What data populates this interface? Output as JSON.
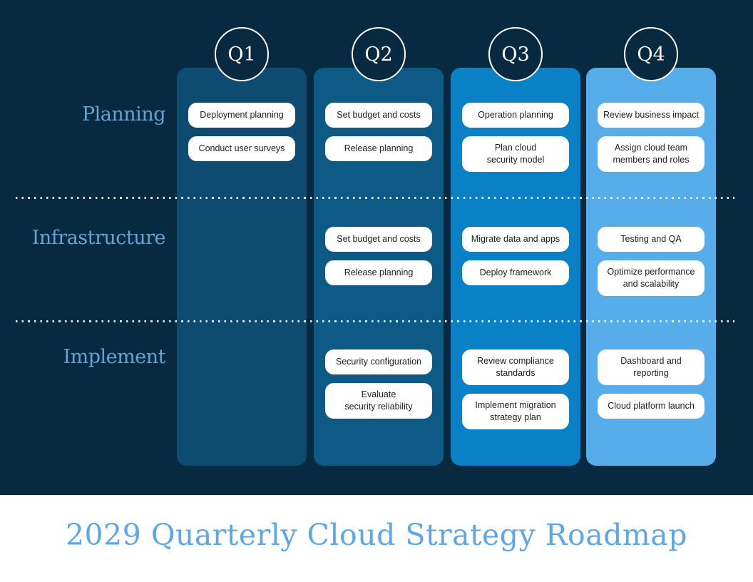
{
  "title": "2029 Quarterly Cloud Strategy Roadmap",
  "colors": {
    "background": "#072a41",
    "footer_background": "#ffffff",
    "row_label": "#66a3d2",
    "title": "#5ba7e8",
    "pill_background": "#ffffff",
    "pill_text": "#1d1d1f",
    "circle_stroke": "#ffffff",
    "dotted_line": "rgba(255,255,255,0.85)"
  },
  "rows": [
    {
      "id": "planning",
      "label": "Planning"
    },
    {
      "id": "infrastructure",
      "label": "Infrastructure"
    },
    {
      "id": "implement",
      "label": "Implement"
    }
  ],
  "columns": [
    {
      "id": "q1",
      "label": "Q1",
      "color": "#0d4b71",
      "tasks": {
        "planning": [
          "Deployment planning",
          "Conduct user surveys"
        ],
        "infrastructure": [],
        "implement": []
      }
    },
    {
      "id": "q2",
      "label": "Q2",
      "color": "#0d5a86",
      "tasks": {
        "planning": [
          "Set budget and costs",
          "Release planning"
        ],
        "infrastructure": [
          "Set budget and costs",
          "Release planning"
        ],
        "implement": [
          "Security configuration",
          "Evaluate\nsecurity reliability"
        ]
      }
    },
    {
      "id": "q3",
      "label": "Q3",
      "color": "#0a80c6",
      "tasks": {
        "planning": [
          "Operation planning",
          "Plan cloud\nsecurity model"
        ],
        "infrastructure": [
          "Migrate data and apps",
          "Deploy framework"
        ],
        "implement": [
          "Review compliance\nstandards",
          "Implement migration\nstrategy plan"
        ]
      }
    },
    {
      "id": "q4",
      "label": "Q4",
      "color": "#57ade9",
      "tasks": {
        "planning": [
          "Review business impact",
          "Assign cloud team\nmembers and roles"
        ],
        "infrastructure": [
          "Testing and QA",
          "Optimize performance\nand scalability"
        ],
        "implement": [
          "Dashboard and reporting",
          "Cloud platform launch"
        ]
      }
    }
  ]
}
